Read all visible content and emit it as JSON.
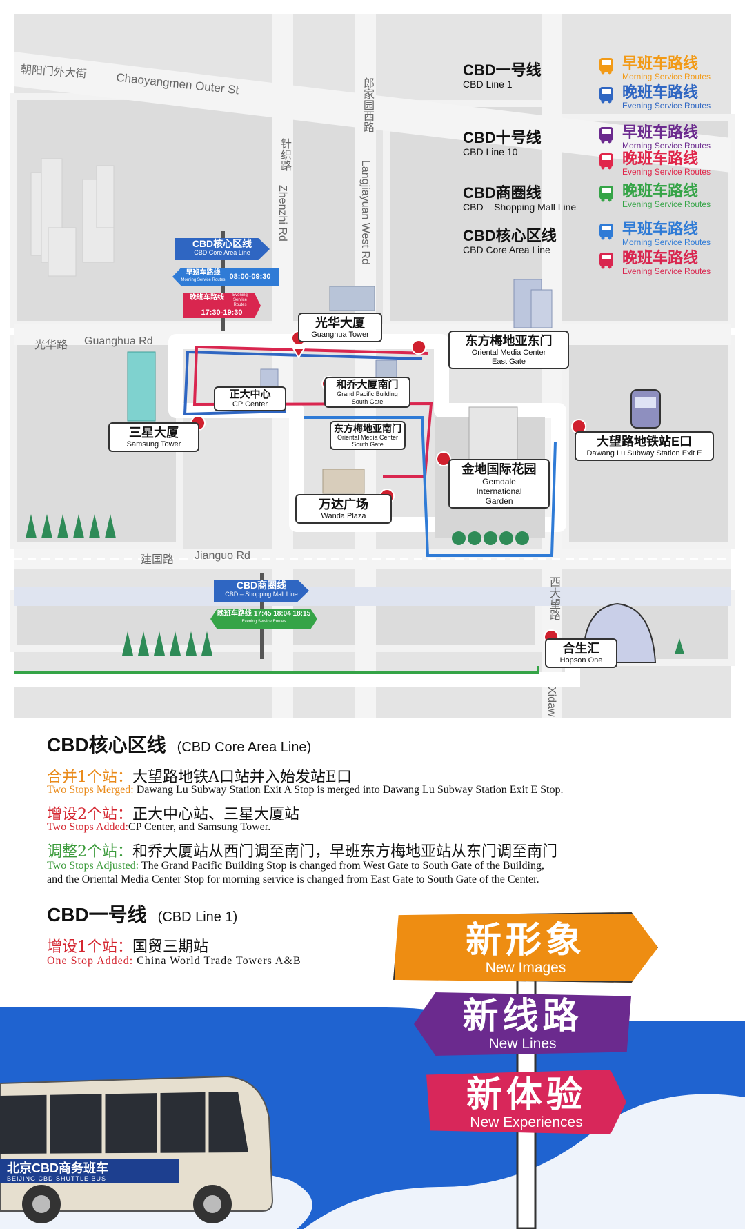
{
  "colors": {
    "morning_orange": "#f29a16",
    "evening_blue": "#2f66c2",
    "morning_purple": "#6b2a8e",
    "evening_red": "#e0264a",
    "shopping_green": "#35a447",
    "core_morning_blue": "#2f7bd6",
    "core_evening_red": "#d9264f"
  },
  "roads": {
    "chaoyangmen_cn": "朝阳门外大街",
    "chaoyangmen_en": "Chaoyangmen Outer St",
    "langjiayuan_cn": "郎家园西路",
    "langjiayuan_en": "Langjiayuan West Rd",
    "zhenzhi_cn": "针织路",
    "zhenzhi_en": "Zhenzhi Rd",
    "guanghua_cn": "光华路",
    "guanghua_en": "Guanghua Rd",
    "jianguo_cn": "建国路",
    "jianguo_en": "Jianguo Rd",
    "xidawang_cn": "西大望路",
    "xidawang_en": "Xidaw"
  },
  "legend": {
    "lines": [
      {
        "cn": "CBD一号线",
        "en": "CBD Line 1"
      },
      {
        "cn": "CBD十号线",
        "en": "CBD Line 10"
      },
      {
        "cn": "CBD商圈线",
        "en": "CBD – Shopping Mall Line"
      },
      {
        "cn": "CBD核心区线",
        "en": "CBD Core Area Line"
      }
    ],
    "routes": [
      {
        "cn": "早班车路线",
        "en": "Morning Service Routes",
        "icon": "bus-icon",
        "color": "#f29a16"
      },
      {
        "cn": "晚班车路线",
        "en": "Evening Service Routes",
        "icon": "bus-icon",
        "color": "#2f66c2"
      },
      {
        "cn": "早班车路线",
        "en": "Morning Service Routes",
        "icon": "bus-icon",
        "color": "#6b2a8e"
      },
      {
        "cn": "晚班车路线",
        "en": "Evening Service Routes",
        "icon": "bus-icon",
        "color": "#e0264a"
      },
      {
        "cn": "晚班车路线",
        "en": "Evening Service Routes",
        "icon": "bus-icon",
        "color": "#35a447"
      },
      {
        "cn": "早班车路线",
        "en": "Morning Service Routes",
        "icon": "bus-icon",
        "color": "#2f7bd6"
      },
      {
        "cn": "晚班车路线",
        "en": "Evening Service Routes",
        "icon": "bus-icon",
        "color": "#d9264f"
      }
    ]
  },
  "stops": [
    {
      "cn": "光华大厦",
      "en": "Guanghua Tower"
    },
    {
      "cn": "东方梅地亚东门",
      "en": "Oriental Media Center East Gate"
    },
    {
      "cn": "正大中心",
      "en": "CP Center"
    },
    {
      "cn": "和乔大厦南门",
      "en": "Grand Pacific Building South Gate"
    },
    {
      "cn": "东方梅地亚南门",
      "en": "Oriental Media Center South Gate"
    },
    {
      "cn": "三星大厦",
      "en": "Samsung Tower"
    },
    {
      "cn": "金地国际花园",
      "en": "Gemdale International Garden"
    },
    {
      "cn": "大望路地铁站E口",
      "en": "Dawang Lu Subway Station Exit E"
    },
    {
      "cn": "万达广场",
      "en": "Wanda Plaza"
    },
    {
      "cn": "合生汇",
      "en": "Hopson One"
    }
  ],
  "signpost_core": {
    "title_cn": "CBD核心区线",
    "title_en": "CBD Core Area Line",
    "morning_cn": "早班车路线",
    "morning_en": "Morning Service Routes",
    "morning_time": "08:00-09:30",
    "evening_cn": "晚班车路线",
    "evening_en": "Evening Service Routes",
    "evening_time": "17:30-19:30"
  },
  "signpost_mall": {
    "title_cn": "CBD商圈线",
    "title_en": "CBD – Shopping Mall Line",
    "evening_cn": "晚班车路线",
    "evening_en": "Evening Service Routes",
    "evening_times": "17:45 18:04 18:15"
  },
  "info": {
    "core": {
      "title_cn": "CBD核心区线",
      "title_en": "(CBD Core Area Line)",
      "merged_label_cn": "合并1个站：",
      "merged_text_cn": "大望路地铁A口站并入始发站E口",
      "merged_label_en": "Two Stops Merged:",
      "merged_text_en": "Dawang Lu Subway Station Exit A Stop is merged into Dawang Lu Subway Station Exit E Stop.",
      "added_label_cn": "增设2个站：",
      "added_text_cn": "正大中心站、三星大厦站",
      "added_label_en": "Two Stops Added:",
      "added_text_en": "CP Center, and Samsung Tower.",
      "adjusted_label_cn": "调整2个站：",
      "adjusted_text_cn": "和乔大厦站从西门调至南门，早班东方梅地亚站从东门调至南门",
      "adjusted_label_en": "Two Stops Adjusted:",
      "adjusted_text_en_1": "The Grand Pacific Building Stop is changed from West Gate to South Gate of the Building,",
      "adjusted_text_en_2": "and the Oriental Media Center Stop for morning service is changed from East Gate to South Gate of the Center."
    },
    "line1": {
      "title_cn": "CBD一号线",
      "title_en": "(CBD Line 1)",
      "added_label_cn": "增设1个站：",
      "added_text_cn": "国贸三期站",
      "added_label_en": "One Stop Added:",
      "added_text_en": "China World Trade Towers A&B"
    }
  },
  "slogans": [
    {
      "cn": "新形象",
      "en": "New Images",
      "color": "#ee8d12"
    },
    {
      "cn": "新线路",
      "en": "New Lines",
      "color": "#6b2a8e"
    },
    {
      "cn": "新体验",
      "en": "New Experiences",
      "color": "#d8275a"
    }
  ],
  "bus": {
    "brand_cn": "北京CBD商务班车",
    "brand_en": "BEIJING CBD SHUTTLE BUS"
  }
}
